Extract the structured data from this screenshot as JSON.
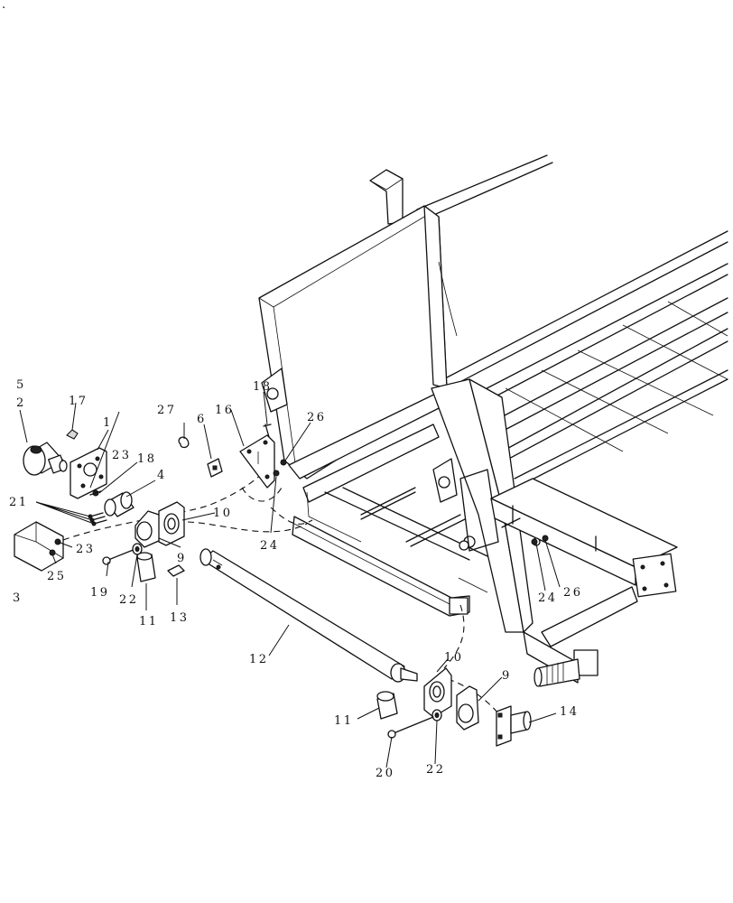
{
  "labels": {
    "l1": "1",
    "l2": "2",
    "l3": "3",
    "l4": "4",
    "l5": "5",
    "l6": "6",
    "l9a": "9",
    "l9b": "9",
    "l10a": "10",
    "l10b": "10",
    "l11a": "11",
    "l11b": "11",
    "l12": "12",
    "l13": "13",
    "l14": "14",
    "l16": "16",
    "l17": "17",
    "l18a": "18",
    "l18b": "18",
    "l19": "19",
    "l20": "20",
    "l21": "21",
    "l22a": "22",
    "l22b": "22",
    "l23a": "23",
    "l23b": "23",
    "l24a": "24",
    "l24b": "24",
    "l25": "25",
    "l26a": "26",
    "l26b": "26",
    "l27": "27"
  },
  "corner_mark": "."
}
